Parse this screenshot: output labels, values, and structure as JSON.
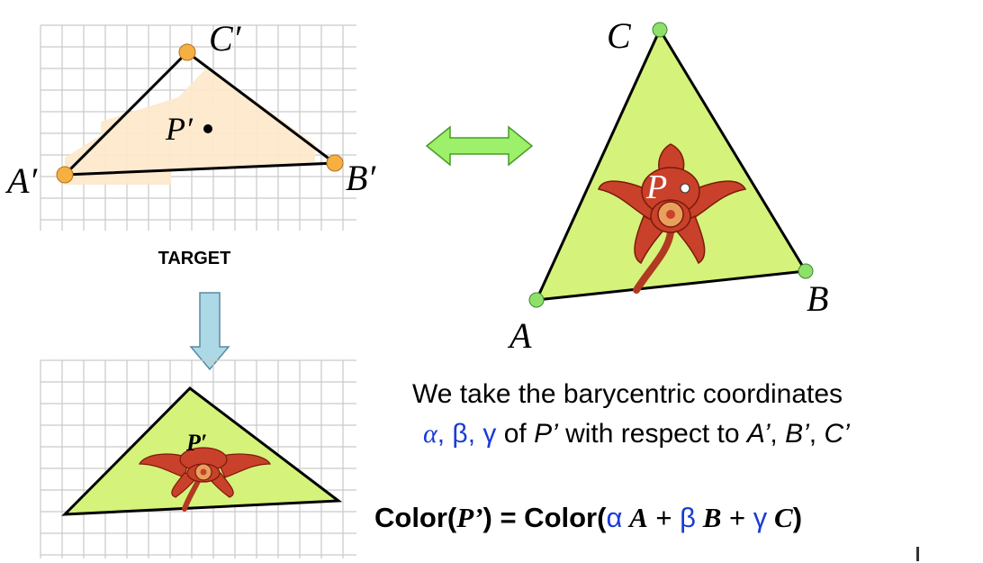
{
  "colors": {
    "grid": "#c9c9c9",
    "target_fill": "#fde9cc",
    "source_fill": "#d5f27a",
    "vertex_orange": "#f5b041",
    "vertex_green": "#8ee06b",
    "greek_blue": "#1a3bd6",
    "arrow_green": "#9cf06a",
    "arrow_blue": "#add8e6",
    "petal_red": "#c9412a",
    "center_orange": "#e8a05c"
  },
  "target": {
    "label_A": "A′",
    "label_B": "B′",
    "label_C": "C′",
    "label_P": "P′",
    "caption": "TARGET"
  },
  "source": {
    "label_A": "A",
    "label_B": "B",
    "label_C": "C",
    "label_P": "P"
  },
  "result": {
    "label_P": "P′"
  },
  "explanation": {
    "line1": "We take the barycentric coordinates",
    "line2": {
      "alpha": "α",
      "comma1": ", ",
      "beta": "β",
      "comma2": ", ",
      "gamma": "γ",
      "of": " of ",
      "P": "P’",
      "rest": " with respect to ",
      "A": "A’",
      "c1": ", ",
      "B": "B’",
      "c2": ", ",
      "C": "C’"
    }
  },
  "formula": {
    "lhs_start": "Color(",
    "lhs_P": "P’",
    "lhs_end": ") = Color(",
    "alpha": "α",
    "A": " A",
    "plus1": " + ",
    "beta": "β",
    "B": " B",
    "plus2": " + ",
    "gamma": "γ",
    "C": " C",
    "close": ")"
  }
}
